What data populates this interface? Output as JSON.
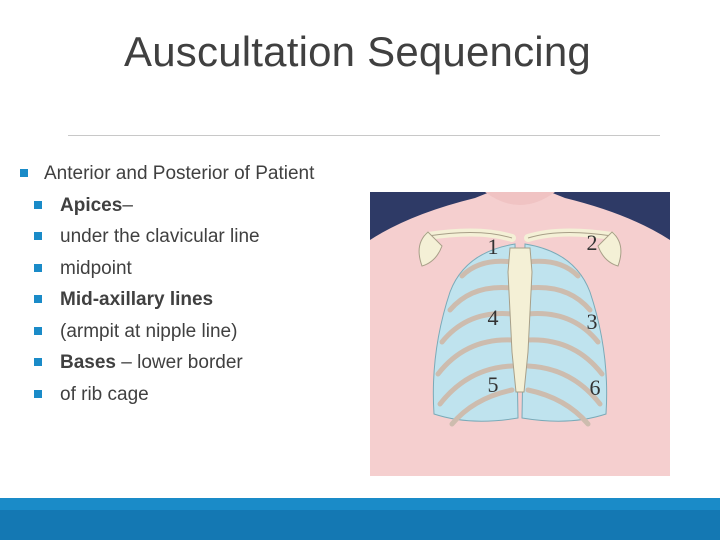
{
  "slide": {
    "title": "Auscultation Sequencing",
    "bullets": [
      {
        "level": 1,
        "parts": [
          {
            "text": "Anterior and Posterior of Patient",
            "bold": false
          }
        ]
      },
      {
        "level": 2,
        "parts": [
          {
            "text": "Apices",
            "bold": true
          },
          {
            "text": "–",
            "bold": false
          }
        ]
      },
      {
        "level": 2,
        "parts": [
          {
            "text": " under the clavicular line",
            "bold": false
          }
        ]
      },
      {
        "level": 2,
        "parts": [
          {
            "text": "midpoint",
            "bold": false
          }
        ]
      },
      {
        "level": 2,
        "parts": [
          {
            "text": "Mid-axillary lines",
            "bold": true
          }
        ]
      },
      {
        "level": 2,
        "parts": [
          {
            "text": "(armpit at nipple line)",
            "bold": false
          }
        ]
      },
      {
        "level": 2,
        "parts": [
          {
            "text": "Bases",
            "bold": true
          },
          {
            "text": " – lower border",
            "bold": false
          }
        ]
      },
      {
        "level": 2,
        "parts": [
          {
            "text": "of rib cage",
            "bold": false
          }
        ]
      }
    ]
  },
  "figure": {
    "labels": {
      "n1": "1",
      "n2": "2",
      "n3": "3",
      "n4": "4",
      "n5": "5",
      "n6": "6"
    },
    "colors": {
      "background": "#2e3a66",
      "skin": "#f5cfcf",
      "bone": "#f4f0d6",
      "lung": "#bfe3ee",
      "outline": "#7a6a6a"
    }
  },
  "theme": {
    "accent": "#1a8bc8",
    "accent_dark": "#1478b3",
    "text": "#404040"
  }
}
